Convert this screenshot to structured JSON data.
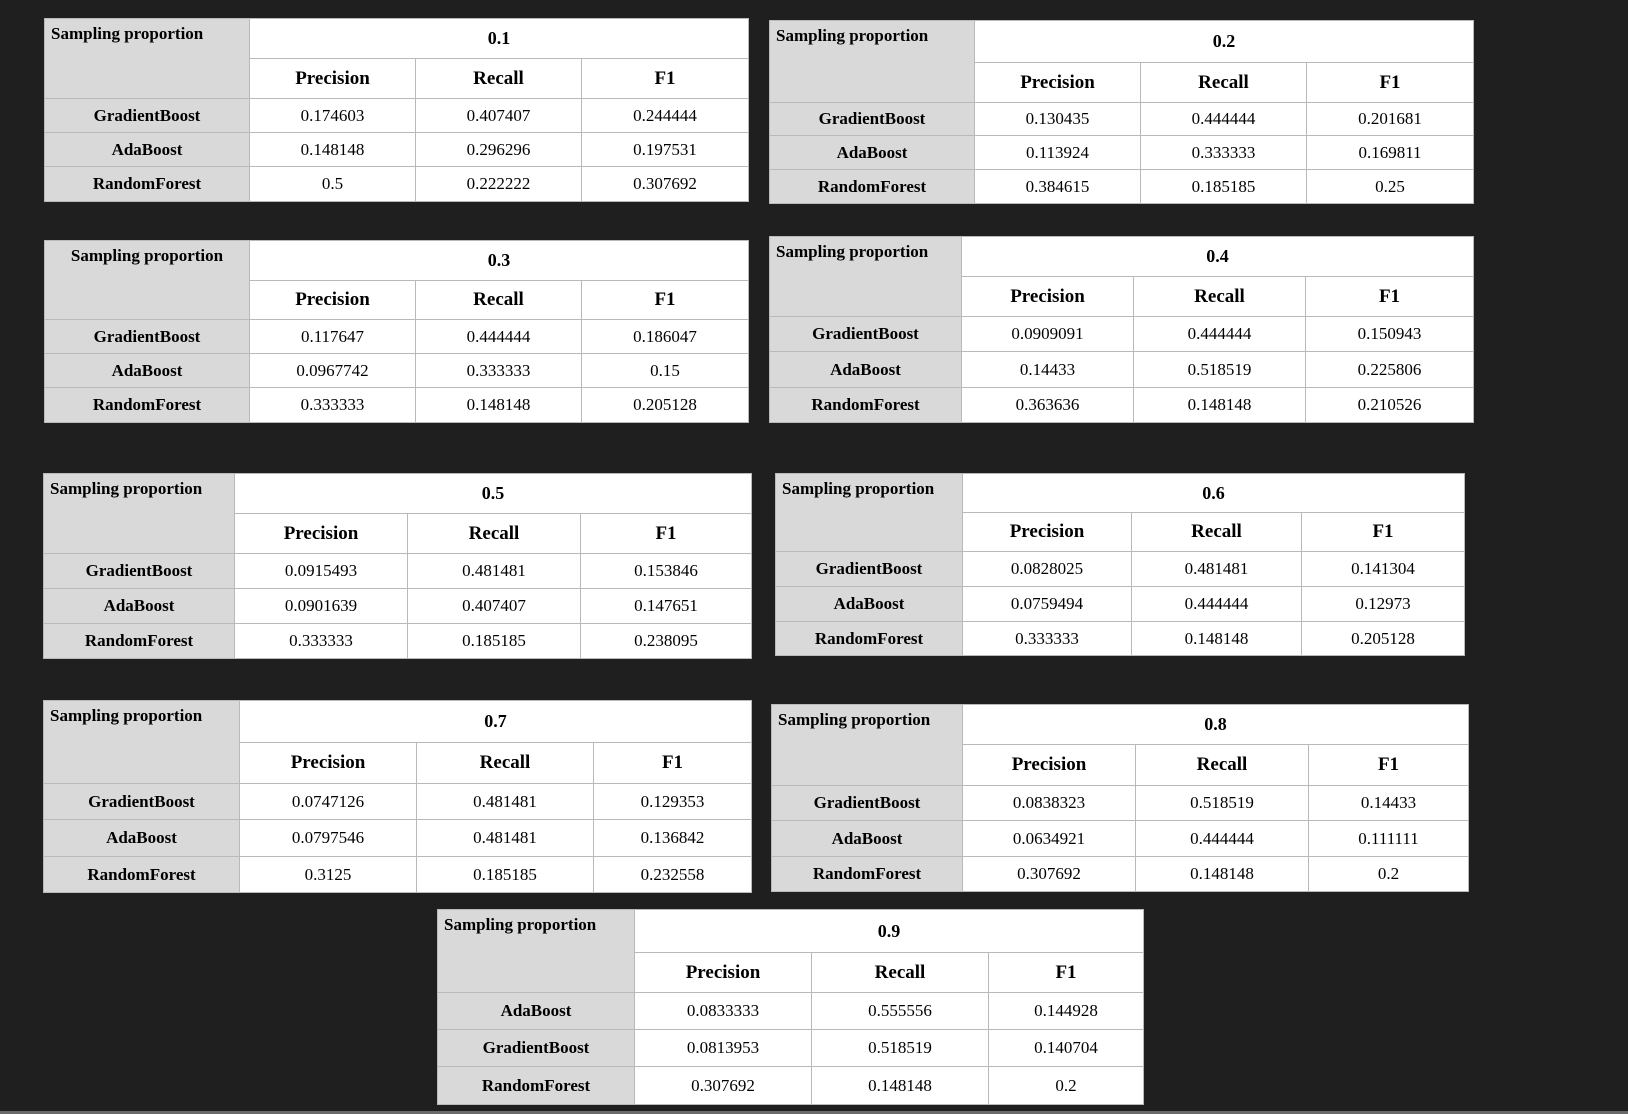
{
  "tables": [
    {
      "corner": "Sampling proportion",
      "proportion": "0.1",
      "metrics": [
        "Precision",
        "Recall",
        "F1"
      ],
      "rows": [
        {
          "model": "GradientBoost",
          "values": [
            "0.174603",
            "0.407407",
            "0.244444"
          ]
        },
        {
          "model": "AdaBoost",
          "values": [
            "0.148148",
            "0.296296",
            "0.197531"
          ]
        },
        {
          "model": "RandomForest",
          "values": [
            "0.5",
            "0.222222",
            "0.307692"
          ]
        }
      ]
    },
    {
      "corner": "Sampling proportion",
      "proportion": "0.2",
      "metrics": [
        "Precision",
        "Recall",
        "F1"
      ],
      "rows": [
        {
          "model": "GradientBoost",
          "values": [
            "0.130435",
            "0.444444",
            "0.201681"
          ]
        },
        {
          "model": "AdaBoost",
          "values": [
            "0.113924",
            "0.333333",
            "0.169811"
          ]
        },
        {
          "model": "RandomForest",
          "values": [
            "0.384615",
            "0.185185",
            "0.25"
          ]
        }
      ]
    },
    {
      "corner": "Sampling proportion",
      "proportion": "0.3",
      "metrics": [
        "Precision",
        "Recall",
        "F1"
      ],
      "rows": [
        {
          "model": "GradientBoost",
          "values": [
            "0.117647",
            "0.444444",
            "0.186047"
          ]
        },
        {
          "model": "AdaBoost",
          "values": [
            "0.0967742",
            "0.333333",
            "0.15"
          ]
        },
        {
          "model": "RandomForest",
          "values": [
            "0.333333",
            "0.148148",
            "0.205128"
          ]
        }
      ]
    },
    {
      "corner": "Sampling proportion",
      "proportion": "0.4",
      "metrics": [
        "Precision",
        "Recall",
        "F1"
      ],
      "rows": [
        {
          "model": "GradientBoost",
          "values": [
            "0.0909091",
            "0.444444",
            "0.150943"
          ]
        },
        {
          "model": "AdaBoost",
          "values": [
            "0.14433",
            "0.518519",
            "0.225806"
          ]
        },
        {
          "model": "RandomForest",
          "values": [
            "0.363636",
            "0.148148",
            "0.210526"
          ]
        }
      ]
    },
    {
      "corner": "Sampling proportion",
      "proportion": "0.5",
      "metrics": [
        "Precision",
        "Recall",
        "F1"
      ],
      "rows": [
        {
          "model": "GradientBoost",
          "values": [
            "0.0915493",
            "0.481481",
            "0.153846"
          ]
        },
        {
          "model": "AdaBoost",
          "values": [
            "0.0901639",
            "0.407407",
            "0.147651"
          ]
        },
        {
          "model": "RandomForest",
          "values": [
            "0.333333",
            "0.185185",
            "0.238095"
          ]
        }
      ]
    },
    {
      "corner": "Sampling proportion",
      "proportion": "0.6",
      "metrics": [
        "Precision",
        "Recall",
        "F1"
      ],
      "rows": [
        {
          "model": "GradientBoost",
          "values": [
            "0.0828025",
            "0.481481",
            "0.141304"
          ]
        },
        {
          "model": "AdaBoost",
          "values": [
            "0.0759494",
            "0.444444",
            "0.12973"
          ]
        },
        {
          "model": "RandomForest",
          "values": [
            "0.333333",
            "0.148148",
            "0.205128"
          ]
        }
      ]
    },
    {
      "corner": "Sampling proportion",
      "proportion": "0.7",
      "metrics": [
        "Precision",
        "Recall",
        "F1"
      ],
      "rows": [
        {
          "model": "GradientBoost",
          "values": [
            "0.0747126",
            "0.481481",
            "0.129353"
          ]
        },
        {
          "model": "AdaBoost",
          "values": [
            "0.0797546",
            "0.481481",
            "0.136842"
          ]
        },
        {
          "model": "RandomForest",
          "values": [
            "0.3125",
            "0.185185",
            "0.232558"
          ]
        }
      ]
    },
    {
      "corner": "Sampling proportion",
      "proportion": "0.8",
      "metrics": [
        "Precision",
        "Recall",
        "F1"
      ],
      "rows": [
        {
          "model": "GradientBoost",
          "values": [
            "0.0838323",
            "0.518519",
            "0.14433"
          ]
        },
        {
          "model": "AdaBoost",
          "values": [
            "0.0634921",
            "0.444444",
            "0.111111"
          ]
        },
        {
          "model": "RandomForest",
          "values": [
            "0.307692",
            "0.148148",
            "0.2"
          ]
        }
      ]
    },
    {
      "corner": "Sampling proportion",
      "proportion": "0.9",
      "metrics": [
        "Precision",
        "Recall",
        "F1"
      ],
      "rows": [
        {
          "model": "AdaBoost",
          "values": [
            "0.0833333",
            "0.555556",
            "0.144928"
          ]
        },
        {
          "model": "GradientBoost",
          "values": [
            "0.0813953",
            "0.518519",
            "0.140704"
          ]
        },
        {
          "model": "RandomForest",
          "values": [
            "0.307692",
            "0.148148",
            "0.2"
          ]
        }
      ]
    }
  ]
}
